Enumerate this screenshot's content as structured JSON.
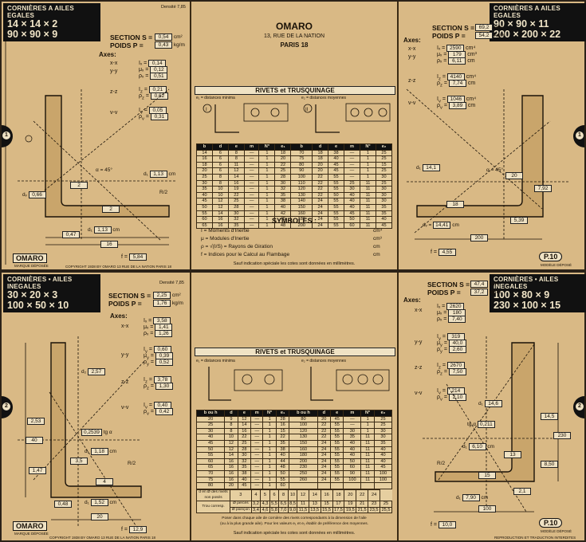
{
  "top": {
    "left": {
      "title1": "CORNIÈRES A AILES EGALES",
      "title2": "14 × 14 × 2",
      "title3": "90 × 90 × 9",
      "densite": "Densité 7,85",
      "section_label": "SECTION S =",
      "poids_label": "POIDS P =",
      "S": "0,54",
      "S_unit": "cm²",
      "P": "0,43",
      "P_unit": "kg/m",
      "axes": "Axes:",
      "xx": "x-x",
      "yy": "y-y",
      "zz": "z-z",
      "vv": "v-v",
      "Ix": "0,14",
      "ux": "0,12",
      "rx": "0,51",
      "Iz": "0,21",
      "rz": "0,62",
      "Iv": "0,05",
      "rv": "0,31",
      "alpha": "α = 45°",
      "d1": "1,13",
      "d_val": "2",
      "d2": "2",
      "d_side": "0,66",
      "d1b": "1,13",
      "cm": "cm",
      "w047": "0,47",
      "w16": "16",
      "rR": "R",
      "r2": "2",
      "f": "5,84",
      "f_label": "f",
      "brand": "OMARO",
      "brand_sub": "MARQUE DÉPOSÉE",
      "copyright": "COPYRIGHT 1938 BY OMARO 13 RUE DE LA NATION PARIS 18",
      "tab": "1"
    },
    "mid": {
      "brand": "OMARO",
      "addr1": "13, RUE DE LA NATION",
      "addr2": "PARIS 18",
      "riv_title": "RIVETS et TRUSQUINAGE",
      "e_min": "e₁ = distances minima",
      "e_moy": "e₂ = distances moyennes",
      "headers": [
        "b",
        "d",
        "e",
        "m",
        "N°",
        "e₁",
        "b",
        "d",
        "e",
        "m",
        "N°",
        "e₂"
      ],
      "rows": [
        [
          "14",
          "6",
          "8",
          "—",
          "1",
          "18",
          "70",
          "18",
          "38",
          "—",
          "1",
          "25"
        ],
        [
          "16",
          "6",
          "8",
          "—",
          "1",
          "20",
          "75",
          "18",
          "40",
          "—",
          "1",
          "25"
        ],
        [
          "18",
          "6",
          "11",
          "—",
          "1",
          "22",
          "80",
          "20",
          "45",
          "—",
          "1",
          "15"
        ],
        [
          "20",
          "6",
          "12",
          "—",
          "1",
          "25",
          "90",
          "20",
          "45",
          "—",
          "1",
          "25"
        ],
        [
          "25",
          "8",
          "14",
          "—",
          "1",
          "28",
          "100",
          "22",
          "55",
          "—",
          "1",
          "30"
        ],
        [
          "30",
          "8",
          "16",
          "—",
          "1",
          "30",
          "110",
          "22",
          "55",
          "25",
          "11",
          "25"
        ],
        [
          "35",
          "10",
          "19",
          "—",
          "1",
          "32",
          "120",
          "22",
          "55",
          "30",
          "11",
          "30"
        ],
        [
          "40",
          "10",
          "22",
          "—",
          "1",
          "35",
          "130",
          "22",
          "50",
          "40",
          "11",
          "30"
        ],
        [
          "45",
          "12",
          "25",
          "—",
          "1",
          "38",
          "140",
          "24",
          "55",
          "40",
          "11",
          "30"
        ],
        [
          "50",
          "12",
          "28",
          "—",
          "1",
          "40",
          "150",
          "24",
          "55",
          "40",
          "11",
          "35"
        ],
        [
          "55",
          "14",
          "30",
          "—",
          "1",
          "42",
          "160",
          "24",
          "55",
          "45",
          "11",
          "35"
        ],
        [
          "60",
          "16",
          "32",
          "—",
          "1",
          "45",
          "180",
          "24",
          "55",
          "50",
          "11",
          "40"
        ],
        [
          "65",
          "16",
          "35",
          "—",
          "1",
          "48",
          "200",
          "24",
          "55",
          "60",
          "11",
          "45"
        ]
      ],
      "sym_title": "SYMBOLES :",
      "sym1": "I = Moments d'Inertie",
      "sym1u": "cm⁴",
      "sym2": "μ = Modules d'Inertie",
      "sym2u": "cm³",
      "sym3": "ρ = √(I/S) = Rayons de Giration",
      "sym3u": "cm",
      "sym4": "f = Indices pour le Calcul au Flambage",
      "sym4u": "cm",
      "note": "Sauf indication spéciale les cotes sont données en millimètres."
    },
    "right": {
      "title1": "CORNIÈRES A AILES EGALES",
      "title2": "90 × 90 × 11",
      "title3": "200 × 200 × 22",
      "section_label": "SECTION S =",
      "poids_label": "POIDS P =",
      "S": "69,2",
      "S_unit": "cm²",
      "P": "54,2",
      "P_unit": "kg/m",
      "axes": "Axes:",
      "xx": "x-x",
      "yy": "y-y",
      "zz": "z-z",
      "vv": "v-v",
      "Ix": "2590",
      "ux": "179",
      "rx": "6,11",
      "Iz": "4140",
      "rz": "7,74",
      "Iv": "1046",
      "rv": "3,89",
      "alpha": "α = 45°",
      "d1": "14,1",
      "d_side": "7,92",
      "d_val": "20",
      "w18": "18",
      "w539": "5,39",
      "w1441": "14,41",
      "w200": "200",
      "cm": "cm",
      "f": "4,55",
      "f_label": "f",
      "pbadge": "P.10",
      "model": "MODÈLE DÉPOSÉ",
      "tab": "1"
    }
  },
  "bottom": {
    "left": {
      "title1": "CORNIÈRES • AILES INEGALES",
      "title2": "30 × 20 × 3",
      "title3": "100 × 50 × 10",
      "densite": "Densité 7,85",
      "section_label": "SECTION S =",
      "poids_label": "POIDS P =",
      "S": "2,25",
      "S_unit": "cm²",
      "P": "1,76",
      "P_unit": "kg/m",
      "axes": "Axes:",
      "xx": "x-x",
      "yy": "y-y",
      "zz": "z-z",
      "vv": "v-v",
      "Ix": "3,58",
      "ux": "1,41",
      "rx": "1,26",
      "Iy": "0,60",
      "uy": "0,39",
      "ry": "0,52",
      "Iz": "3,78",
      "rz": "1,30",
      "Iv": "0,40",
      "rv": "0,42",
      "d257": "2,57",
      "tg": "0,2539",
      "tga": "tg α",
      "d118": "1,18",
      "h253": "2,53",
      "h40": "40",
      "h147": "1,47",
      "w35": "3,5",
      "w4": "4",
      "w048": "0,48",
      "w152": "1,52",
      "w20": "20",
      "rR": "R",
      "r2": "2",
      "cm": "cm",
      "f": "12,9",
      "f_label": "f",
      "brand": "OMARO",
      "brand_sub": "MARQUE DÉPOSÉE",
      "copyright": "COPYRIGHT 1938 BY OMARO 13 RUE DE LA NATION PARIS 18",
      "tab": "2"
    },
    "mid": {
      "riv_title": "RIVETS et TRUSQUINAGE",
      "e_min": "e₁ = distances minima",
      "e_moy": "e₂ = distances moyennes",
      "headers": [
        "b ou h",
        "d",
        "e",
        "m",
        "N°",
        "e₁",
        "b ou h",
        "d",
        "e",
        "m",
        "N°",
        "e₂"
      ],
      "rows": [
        [
          "20",
          "9",
          "12",
          "—",
          "1",
          "28",
          "80",
          "20",
          "45",
          "—",
          "1",
          "25"
        ],
        [
          "25",
          "8",
          "14",
          "—",
          "1",
          "16",
          "100",
          "22",
          "55",
          "—",
          "1",
          "25"
        ],
        [
          "30",
          "8",
          "16",
          "—",
          "1",
          "15",
          "120",
          "22",
          "55",
          "30",
          "1",
          "30"
        ],
        [
          "40",
          "10",
          "22",
          "—",
          "1",
          "22",
          "130",
          "22",
          "55",
          "35",
          "11",
          "30"
        ],
        [
          "45",
          "12",
          "25",
          "—",
          "1",
          "35",
          "150",
          "24",
          "55",
          "40",
          "11",
          "35"
        ],
        [
          "50",
          "12",
          "28",
          "—",
          "1",
          "38",
          "160",
          "24",
          "55",
          "40",
          "11",
          "40"
        ],
        [
          "55",
          "14",
          "30",
          "—",
          "1",
          "40",
          "180",
          "24",
          "55",
          "40",
          "11",
          "40"
        ],
        [
          "60",
          "16",
          "32",
          "—",
          "1",
          "44",
          "200",
          "24",
          "55",
          "50",
          "11",
          "40"
        ],
        [
          "65",
          "16",
          "35",
          "—",
          "1",
          "48",
          "230",
          "24",
          "55",
          "60",
          "11",
          "45"
        ],
        [
          "70",
          "16",
          "38",
          "—",
          "1",
          "50",
          "250",
          "24",
          "55",
          "90",
          "11",
          "100"
        ],
        [
          "75",
          "16",
          "40",
          "—",
          "1",
          "55",
          "260",
          "24",
          "55",
          "100",
          "11",
          "100"
        ],
        [
          "80",
          "20",
          "45",
          "—",
          "1",
          "60",
          "",
          "",
          "",
          "",
          "",
          ""
        ],
        [
          "85",
          "20",
          "45",
          "—",
          "1",
          "65",
          "",
          "",
          "",
          "",
          "",
          ""
        ]
      ],
      "bolt_label1": "d en Ø des rivets",
      "bolt_label2": "non posés",
      "bolt_sizes": [
        "3",
        "4",
        "5",
        "6",
        "8",
        "10",
        "12",
        "14",
        "16",
        "18",
        "20",
        "22",
        "24"
      ],
      "trou_label": "Trou corresp.",
      "poinc_label1": "Ø percés",
      "poinc_label2": "Ø poinçon",
      "percés": [
        "3,2",
        "4,3",
        "5,5",
        "6,5",
        "8,5",
        "11",
        "13",
        "15",
        "17",
        "19",
        "21",
        "23",
        "25"
      ],
      "poincons": [
        "3,4",
        "4,6",
        "5,8",
        "7,0",
        "9,0",
        "11,5",
        "13,5",
        "15,5",
        "17,5",
        "19,5",
        "21,5",
        "23,5",
        "25,5"
      ],
      "note1": "Poser dans chaque aile de cornière des rivets correspondants à la dimension de l'aile",
      "note2": "(ou à la plus grande aile). Pour les valeurs e₁ et e₂ établir de préférence des moyennes.",
      "note": "Sauf indication spéciale les cotes sont données en millimètres."
    },
    "right": {
      "title1": "CORNIÈRES • AILES INEGALES",
      "title2": "100 × 80 × 9",
      "title3": "230 × 100 × 15",
      "section_label": "SECTION S =",
      "poids_label": "POIDS P =",
      "S": "47,4",
      "S_unit": "cm²",
      "P": "37,2",
      "P_unit": "kg/m",
      "axes": "Axes:",
      "xx": "x-x",
      "yy": "y-y",
      "zz": "z-z",
      "vv": "v-v",
      "Ix": "2620",
      "ux": "180",
      "rx": "7,40",
      "Iy": "319",
      "uy": "40,0",
      "ry": "2,60",
      "Iz": "2670",
      "rz": "7,50",
      "Iv": "214",
      "rv": "2,10",
      "tg": "0,211",
      "tga": "tg α",
      "d146": "14,6",
      "h145": "14,5",
      "h230": "230",
      "h850": "8,50",
      "d610": "6,10",
      "w13": "13",
      "w15": "15",
      "w21": "2,1",
      "w790": "7,90",
      "w100": "100",
      "rR": "R",
      "r2": "2",
      "cm": "cm",
      "f": "10,0",
      "f_label": "f",
      "pbadge": "P.10",
      "model": "MODÈLE DÉPOSÉ",
      "repro": "REPRODUCTION ET TRADUCTION INTERDITES",
      "tab": "2"
    }
  }
}
